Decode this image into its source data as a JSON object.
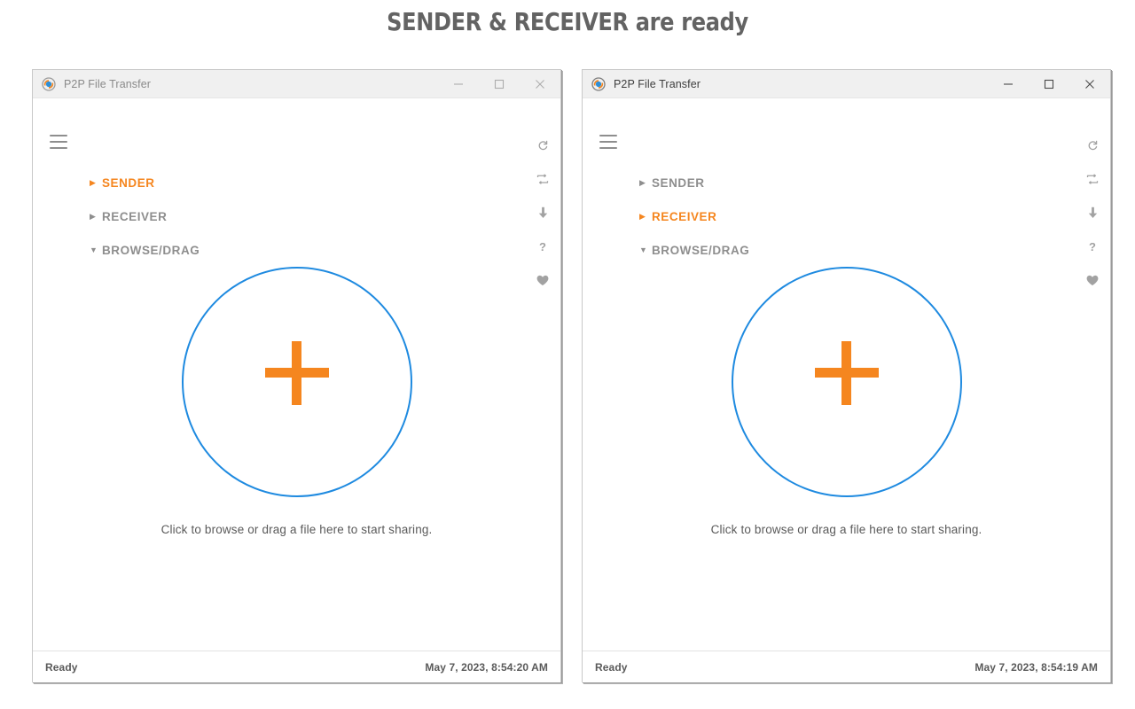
{
  "headline": {
    "bold_part": "SENDER & RECEIVER",
    "rest_part": "are ready",
    "full": "SENDER & RECEIVER are ready",
    "color": "#636363"
  },
  "colors": {
    "accent_orange": "#f5861f",
    "accent_blue": "#1e8ae0",
    "muted_gray": "#8e8e8e",
    "titlebar_bg": "#f0f0f0",
    "window_border": "#c8c8c8"
  },
  "windows": [
    {
      "id": "sender-window",
      "titlebar": {
        "icon": "app-logo-icon",
        "title": "P2P File Transfer",
        "controls": [
          {
            "name": "minimize-button",
            "glyph": "minimize-icon"
          },
          {
            "name": "maximize-button",
            "glyph": "maximize-icon"
          },
          {
            "name": "close-button",
            "glyph": "close-icon"
          }
        ]
      },
      "menu_icon": "hamburger-menu-icon",
      "nav": [
        {
          "label": "SENDER",
          "arrow": "▶",
          "expanded": false,
          "active": true
        },
        {
          "label": "RECEIVER",
          "arrow": "▶",
          "expanded": false,
          "active": false
        },
        {
          "label": "BROWSE/DRAG",
          "arrow": "▼",
          "expanded": true,
          "active": false
        }
      ],
      "rail": [
        {
          "name": "refresh-icon",
          "title": "Refresh"
        },
        {
          "name": "transfer-swap-icon",
          "title": "Transfer"
        },
        {
          "name": "download-arrow-icon",
          "title": "Download"
        },
        {
          "name": "help-question-icon",
          "title": "Help",
          "glyph": "?"
        },
        {
          "name": "heart-favorite-icon",
          "title": "Donate"
        }
      ],
      "dropzone": {
        "plus_icon": "plus-icon",
        "caption": "Click to browse or drag a file here to start sharing."
      },
      "statusbar": {
        "status": "Ready",
        "timestamp": "May 7, 2023, 8:54:20 AM"
      }
    },
    {
      "id": "receiver-window",
      "titlebar": {
        "icon": "app-logo-icon",
        "title": "P2P File Transfer",
        "controls": [
          {
            "name": "minimize-button",
            "glyph": "minimize-icon"
          },
          {
            "name": "maximize-button",
            "glyph": "maximize-icon"
          },
          {
            "name": "close-button",
            "glyph": "close-icon"
          }
        ]
      },
      "menu_icon": "hamburger-menu-icon",
      "nav": [
        {
          "label": "SENDER",
          "arrow": "▶",
          "expanded": false,
          "active": false
        },
        {
          "label": "RECEIVER",
          "arrow": "▶",
          "expanded": false,
          "active": true
        },
        {
          "label": "BROWSE/DRAG",
          "arrow": "▼",
          "expanded": true,
          "active": false
        }
      ],
      "rail": [
        {
          "name": "refresh-icon",
          "title": "Refresh"
        },
        {
          "name": "transfer-swap-icon",
          "title": "Transfer"
        },
        {
          "name": "download-arrow-icon",
          "title": "Download"
        },
        {
          "name": "help-question-icon",
          "title": "Help",
          "glyph": "?"
        },
        {
          "name": "heart-favorite-icon",
          "title": "Donate"
        }
      ],
      "dropzone": {
        "plus_icon": "plus-icon",
        "caption": "Click to browse or drag a file here to start sharing."
      },
      "statusbar": {
        "status": "Ready",
        "timestamp": "May 7, 2023, 8:54:19 AM"
      }
    }
  ]
}
